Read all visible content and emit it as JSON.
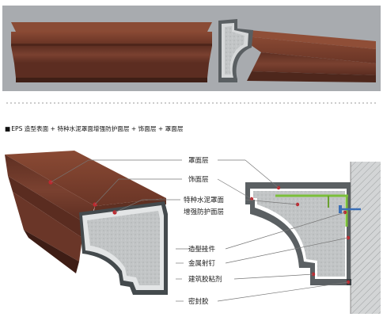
{
  "header": {
    "marker": "■",
    "title": "EPS 造型表面 + 特种水泥罩面增强防护面层 + 饰面层 + 罩面层"
  },
  "callouts": [
    {
      "id": "zhaomian",
      "text": "罩面层"
    },
    {
      "id": "shimian",
      "text": "饰面层"
    },
    {
      "id": "tezhong1",
      "text": "特种水泥罩面"
    },
    {
      "id": "tezhong2",
      "text": "增强防护面层"
    },
    {
      "id": "guajian",
      "text": "造型挂件"
    },
    {
      "id": "sheding",
      "text": "金属射钉"
    },
    {
      "id": "jiaonian",
      "text": "建筑胶粘剂"
    },
    {
      "id": "mifeng",
      "text": "密封胶"
    }
  ],
  "colors": {
    "brown_face": "#6e3a2b",
    "brown_top": "#7a4230",
    "brown_dark": "#4a2418",
    "eps_grey": "#b9bdbe",
    "mesh_grey": "#8e9192",
    "wall": "#c9cccd",
    "leader": "#777777",
    "dot": "#c0282f",
    "dash": "#9a9a9a",
    "bracket_green": "#7bbf3a",
    "bolt_blue": "#3b6fb6"
  }
}
